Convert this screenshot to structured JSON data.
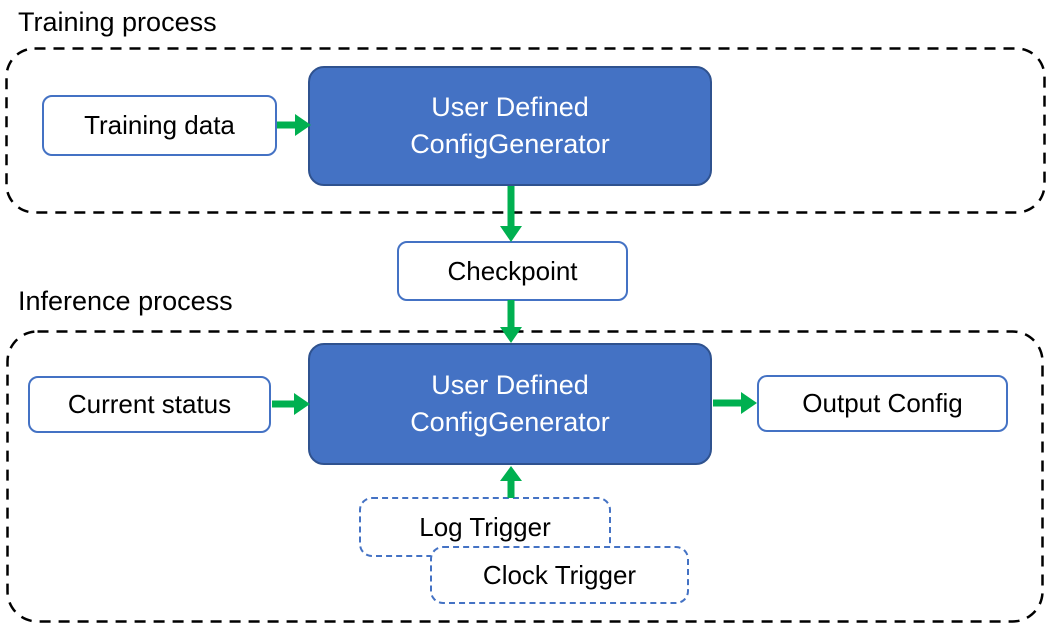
{
  "colors": {
    "generator_fill": "#4472C4",
    "generator_border": "#2F528F",
    "node_fill": "#FFFFFF",
    "node_border": "#4472C4",
    "trigger_border": "#4472C4",
    "arrow_green": "#00B050",
    "boundary_dash": "#000000",
    "text_dark": "#000000",
    "text_light": "#FFFFFF"
  },
  "training": {
    "title": "Training process",
    "training_data_label": "Training data",
    "generator_line1": "User Defined",
    "generator_line2": "ConfigGenerator"
  },
  "checkpoint": {
    "label": "Checkpoint"
  },
  "inference": {
    "title": "Inference process",
    "current_status_label": "Current status",
    "generator_line1": "User Defined",
    "generator_line2": "ConfigGenerator",
    "output_config_label": "Output Config",
    "log_trigger_label": "Log Trigger",
    "clock_trigger_label": "Clock Trigger"
  }
}
